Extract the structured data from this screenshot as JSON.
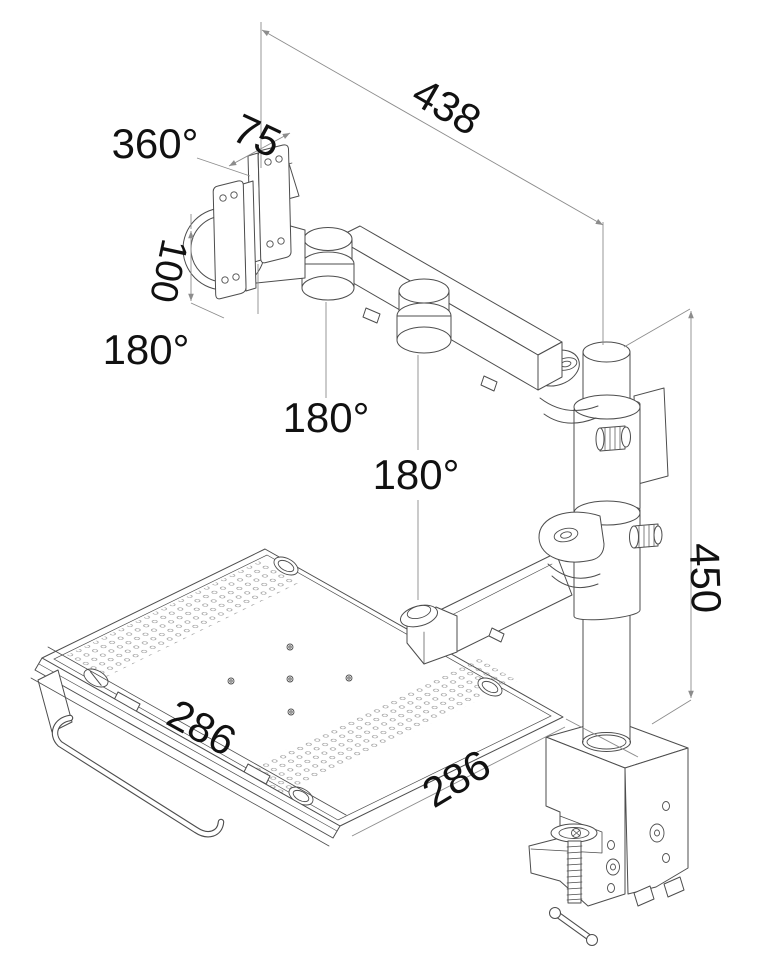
{
  "labels": {
    "rotation_full": "360°",
    "vesa_width": "75",
    "arm_reach": "438",
    "vesa_height": "100",
    "swivel_head": "180°",
    "swivel_mid": "180°",
    "swivel_tray": "180°",
    "column_height": "450",
    "tray_side": "286",
    "tray_front": "286"
  },
  "colors": {
    "background": "#ffffff",
    "part-line": "#4d4d4d",
    "dim-line": "#8c8c8c",
    "label-text": "#111111"
  }
}
